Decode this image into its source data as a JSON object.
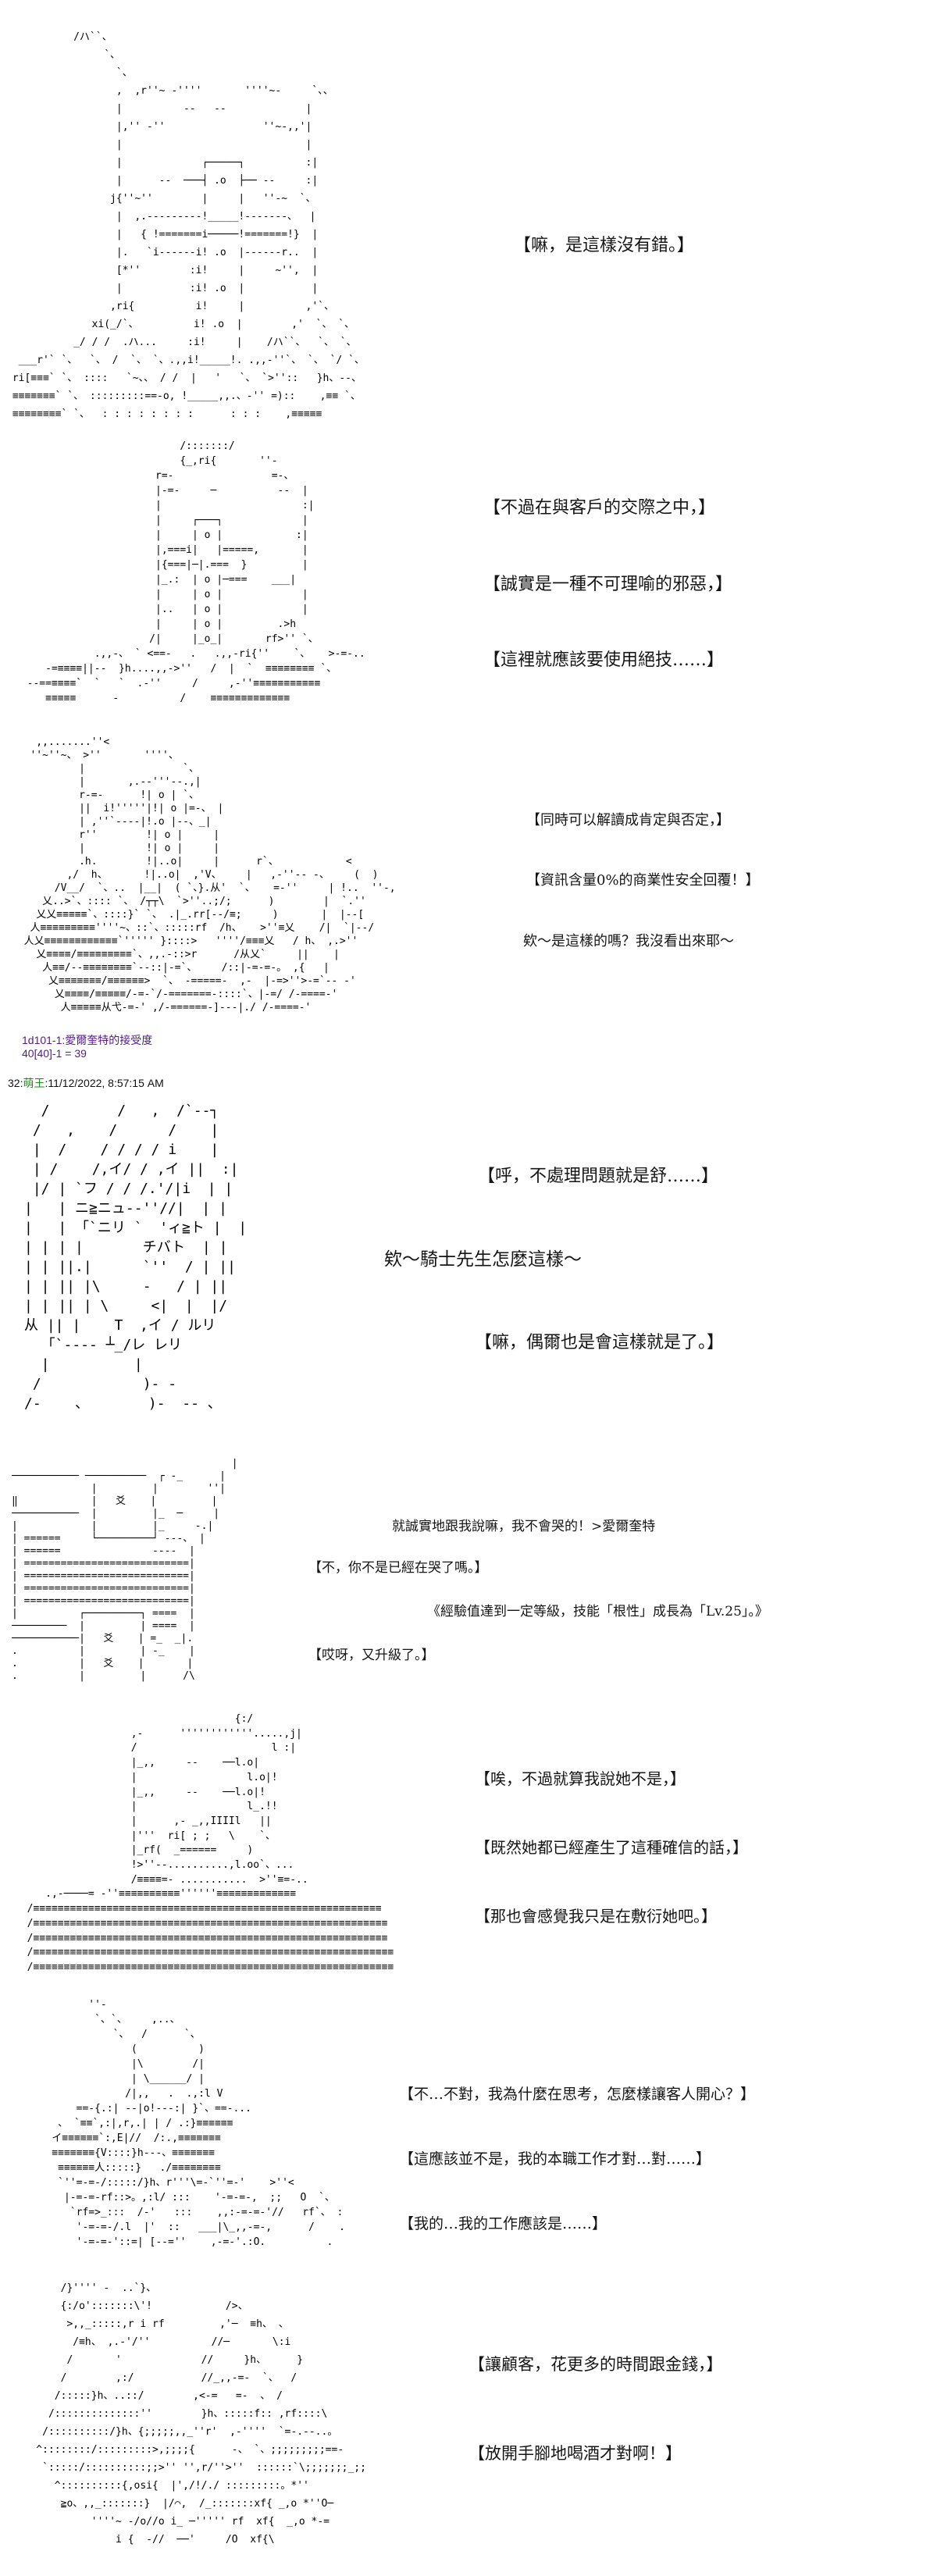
{
  "panels": [
    {
      "art": [
        "           /ハ``、",
        "                `、",
        "                  `、",
        "                  ,  ,r''~ -''''       ''''~-     `、、",
        "                  |          --   --             |",
        "                  |,'' -''                ''~-,,'|",
        "                  |                              |",
        "                  |             ┌─────┐          :|",
        "                  |      --  ───┤ .o  ├── --     :|",
        "                 j{''~''        |     |   ''-~  `、",
        "                  |  ,.---------!_____!-------、  |",
        "                  |   { !=======i─────!=======!}  |",
        "                  |.   `i------i! .o  |------r..  |",
        "                  [*''        :i!     |     ~'',  |",
        "                  |           :i! .o  |           |",
        "                 ,ri{          i!     |          ,'`、",
        "              xi(_/`、         i! .o  |        ,'  `、 `、",
        "           _/ / /  .ハ...     :i!     |    /ハ``、  `、 `、",
        "  ___r'` `、  `、 /  `、 `、.,,i!_____!. .,,-''`、 `、 `/ `、",
        " ri[≡≡≡` `、 ::::   `~、、 / /  |   '   `、 `>''::   }h、--、",
        " ≡≡≡≡≡≡≡` `、 :::::::::==-o, !_____,,.、-'' =)::    ,≡≡ `、",
        " ≡≡≡≡≡≡≡≡` `、  : : : : : : : :      : : :    ,≡≡≡≡≡"
      ],
      "lines": [
        "【嘛，是這樣沒有錯。】"
      ]
    },
    {
      "art": [
        "                           /:::::::/",
        "                           {_,ri{       ''-",
        "                       r=-                =-、",
        "                       |-=-     ─          --  |",
        "                       |                       :|",
        "                       |     ┌───┐             |",
        "                       |     | o |            :|",
        "                       |,===i|   |=====,       |",
        "                       |{===|─|.===  }         |",
        "                       |_.:  | o |─===    ___|",
        "                       |     | o |             |",
        "                       |..   | o |             |",
        "                       |     | o |         .>h",
        "                      /|     |_o_|       rf>'' `、",
        "             .,,-、 ` <==-   .   .,,-ri{''    `、   >-=-..",
        "     -=≡≡≡≡||--  }h....,,->''   /  |  `  ≡≡≡≡≡≡≡≡ `、",
        "  --==≡≡≡≡`  `   `  .-''     /     ,-''≡≡≡≡≡≡≡≡≡≡≡",
        "     ≡≡≡≡≡      -          /    ≡≡≡≡≡≡≡≡≡≡≡≡≡"
      ],
      "lines": [
        "【不過在與客戶的交際之中，】",
        "【誠實是一種不可理喻的邪惡，】",
        "【這裡就應該要使用絕技……】"
      ]
    },
    {
      "art": [
        "    ,,.......''<",
        "   ''~''~、 >''       ''''、",
        "           |                `、",
        "           |       ,.--'''--.,|",
        "           r-=-      !| o | `、",
        "           ||  i!'''''|!| o |=-、 |",
        "           | ,''`----|!.o |--、_|",
        "           r''        !| o |     |",
        "           |          !| o |     |",
        "           .h.        !|..o|     |      r`、           <",
        "         ,/  h、      !|..o|  ,'V、    |   ,-''-- -、    (  )",
        "       /V__/  `、..  |__|  ( `、}.从'  `、   =-''     | !..  ''-,",
        "     乂..>`、:::: `、 /┬┬\\  `>''..;/;      )        |  `.''",
        "    乂乂≡≡≡≡≡`、::::}` `、 .|_.rr[--/≡;     )       |  |--[",
        "   人≡≡≡≡≡≡≡≡≡''''~、::`、:::::rf  /h、   >''≡乂    /|  `|--/",
        "  人乂≡≡≡≡≡≡≡≡≡≡≡≡`''''' }::::>   ''''/≡≡≡乂   / h、 ,.>''",
        "    乂≡≡≡≡/≡≡≡≡≡≡≡≡≡`、,,.-::>r      /从乂`     ||    |",
        "     人≡≡/--≡≡≡≡≡≡≡≡`--::|-=`、    /::|-=-=-。 ,{   |",
        "      乂≡≡≡≡≡≡≡/≡≡≡≡≡≡>  `、 -=====-  ,-  |-=>''>-=`-- -'",
        "       乂≡≡≡≡/≡≡≡≡≡/-=-`/-=======-::::`、|-=/ /-====-'",
        "        人≡≡≡≡≡从弋-=-' ,/-======-]---|./ /-====-'"
      ],
      "lines": [
        "【同時可以解讀成肯定與否定，】",
        "【資訊含量0%的商業性安全回覆！】",
        "欸～是這樣的嗎？我沒看出來耶～"
      ]
    },
    {
      "art": [
        "  /        /   ,  /`--┐",
        " /   ,    /      /    |",
        " |  /    / / / / i    |",
        " | /    /,イ/ / ,イ ||  :|",
        " |/ | `フ / / /.'/|i  | |",
        "|   | ニ≧ニュ--''//|  | |",
        "|   | 「`ニリ `  'ィ≧ト |  |",
        "| | | |       チバト  | |",
        "| | ||.|      `''  / | ||",
        "| | || |\\     -   / | ||",
        "| | || | \\     <|  |  |/",
        "从 || |    T  ,イ / ルリ",
        "  「`---- ┴_/レ レリ",
        "  |          |",
        " /            )- -",
        "/-    、       )-  -- 、"
      ],
      "lines": [
        "【呼，不處理問題就是舒……】",
        "欸～騎士先生怎麼這樣～",
        "【嘛，偶爾也是會這樣就是了。】"
      ]
    },
    {
      "art": [
        "                                    |",
        "─────────── ──────────  ┌ -_      |",
        "             |         |        ''|",
        "‖            |   爻    |         |",
        "───────────  |         |_  ─     |",
        "|            |         |_     -.|",
        "| ======     └─────────┘ ---、 |",
        "| ======               ----  |",
        "| ===========================|",
        "| ===========================|",
        "| ===========================|",
        "| ===========================|",
        "|          ┌─────────┐ ====  |",
        "─────────  |         | ====  |",
        "───────────|   爻    | =_  _|.",
        ".          |         | -_    |",
        ".          |   爻    |       |",
        ".          |         |      /\\"
      ],
      "lines": [
        "就誠實地跟我說嘛，我不會哭的！>愛爾奎特",
        "【不，你不是已經在哭了嗎。】",
        "《經驗值達到一定等級，技能「根性」成長為「Lv.25」。》",
        "【哎呀，又升級了。】"
      ]
    },
    {
      "art": [
        "                                    {:/",
        "                   ,-      ''''''''''''.....,j|",
        "                   /                      l :|",
        "                   |_,,     --    ──l.o|",
        "                   |                  l.o|!",
        "                   |_,,     --    ──l.o|!",
        "                   |                  l_.!!",
        "                   |      ,- _,,IIIIl   ||",
        "                   |'''  ri[ ; ;   \\    `、",
        "                   |_rf(  _======     )",
        "                   !>''--..........,l.oo`、...",
        "                   /≡≡≡≡=- ...........  >''≡=-..",
        "     .,-────= -''≡≡≡≡≡≡≡≡≡≡''''''≡≡≡≡≡≡≡≡≡≡≡≡≡",
        "  /≡≡≡≡≡≡≡≡≡≡≡≡≡≡≡≡≡≡≡≡≡≡≡≡≡≡≡≡≡≡≡≡≡≡≡≡≡≡≡≡≡≡≡≡≡≡≡≡≡≡≡≡≡≡≡≡≡",
        "  /≡≡≡≡≡≡≡≡≡≡≡≡≡≡≡≡≡≡≡≡≡≡≡≡≡≡≡≡≡≡≡≡≡≡≡≡≡≡≡≡≡≡≡≡≡≡≡≡≡≡≡≡≡≡≡≡≡≡",
        "  /≡≡≡≡≡≡≡≡≡≡≡≡≡≡≡≡≡≡≡≡≡≡≡≡≡≡≡≡≡≡≡≡≡≡≡≡≡≡≡≡≡≡≡≡≡≡≡≡≡≡≡≡≡≡≡≡≡≡",
        "  /≡≡≡≡≡≡≡≡≡≡≡≡≡≡≡≡≡≡≡≡≡≡≡≡≡≡≡≡≡≡≡≡≡≡≡≡≡≡≡≡≡≡≡≡≡≡≡≡≡≡≡≡≡≡≡≡≡≡≡",
        "  /≡≡≡≡≡≡≡≡≡≡≡≡≡≡≡≡≡≡≡≡≡≡≡≡≡≡≡≡≡≡≡≡≡≡≡≡≡≡≡≡≡≡≡≡≡≡≡≡≡≡≡≡≡≡≡≡≡≡≡"
      ],
      "lines": [
        "【唉，不過就算我說她不是，】",
        "【既然她都已經產生了這種確信的話，】",
        "【那也會感覺我只是在敷衍她吧。】"
      ]
    },
    {
      "art": [
        "          ''-",
        "           `、`、    ,..、",
        "              `、  /      `、",
        "                 (          )",
        "                 |\\        /|",
        "                 | \\______/ |",
        "                /|,,   .  .,:l V",
        "        ==-{.:| --|o!---:| }`、==-...",
        "     、 `≡≡`,:|,r,.| | / .:}≡≡≡≡≡≡",
        "    イ≡≡≡≡≡≡`:,E|//  /:.,≡≡≡≡≡≡≡",
        "    ≡≡≡≡≡≡≡{V::::}h---、≡≡≡≡≡≡≡",
        "     ≡≡≡≡≡≡人:::::}   ./≡≡≡≡≡≡≡≡",
        "     `''=-=-/:::::/}h、r'''\\=-`''=-'    >''<",
        "      |-=-=-rf::>。,:l/ :::    '-=-=-,  ;;   O  `、",
        "       `rf=>_:::  /-'   :::    ,,:-=-=-'//   rf`、 :",
        "        '-=-=-/.l  |'  ::   ___|\\_,,-=-,      /    .",
        "        '-=-=-'::=| [--=''    ,-=-'.:O.          ."
      ],
      "lines": [
        "【不…不對，我為什麼在思考，怎麼樣讓客人開心？】",
        "【這應該並不是，我的本職工作才對…對……】",
        "【我的…我的工作應該是……】"
      ]
    },
    {
      "art": [
        "        /}'''' -  ..`}、",
        "        {:/o':::::::\\'!            />、",
        "         >,,_:::::,r i rf         ,'─  ≡h、 、",
        "          /≡h、 ,.-'/''          //─       \\:i",
        "         /       '             //     }h、     }",
        "        /        ,:/           //_,,-=-  `、  /",
        "       /:::::}h、..::/        ,<-=   =-  、 /",
        "      /::::::::::::::''        }h、:::::f:: ,rf::::\\",
        "     /::::::::::/}h、{;;;;;,,_''r'  ,-''''  `=-.--..。",
        "    ^::::::::/:::::::::>,;;;;{      -、 `、;;;;;;;;;==-",
        "     `:::::/::::::::::;;>'' '',r/''>''  ::::::`\\;;;;;;;_;;",
        "       ^::::::::::{,osi{  |',/!/./ :::::::::。*''",
        "        ≧o、,,_:::::::}  |/⌒,  /_:::::::xf{ _,o *''O─",
        "             ''''~ -/o//o i_ ─''''' rf  xf{  _,o *-=",
        "                 i {  -//  ──'     /O  xf{\\"
      ],
      "lines": [
        "【讓顧客，花更多的時間跟金錢，】",
        "【放開手腳地喝酒才對啊！】"
      ]
    }
  ],
  "dice": {
    "expression": "1d101-1:愛爾奎特的接受度",
    "result": "40[40]-1 = 39"
  },
  "post_header": {
    "number": "32",
    "sep1": ":",
    "name": "萌王",
    "sep2": ":",
    "timestamp": "11/12/2022, 8:57:15 AM"
  },
  "colors": {
    "text": "#151515",
    "dice": "#551a8b",
    "poster_name": "#228b22",
    "background": "#ffffff"
  }
}
